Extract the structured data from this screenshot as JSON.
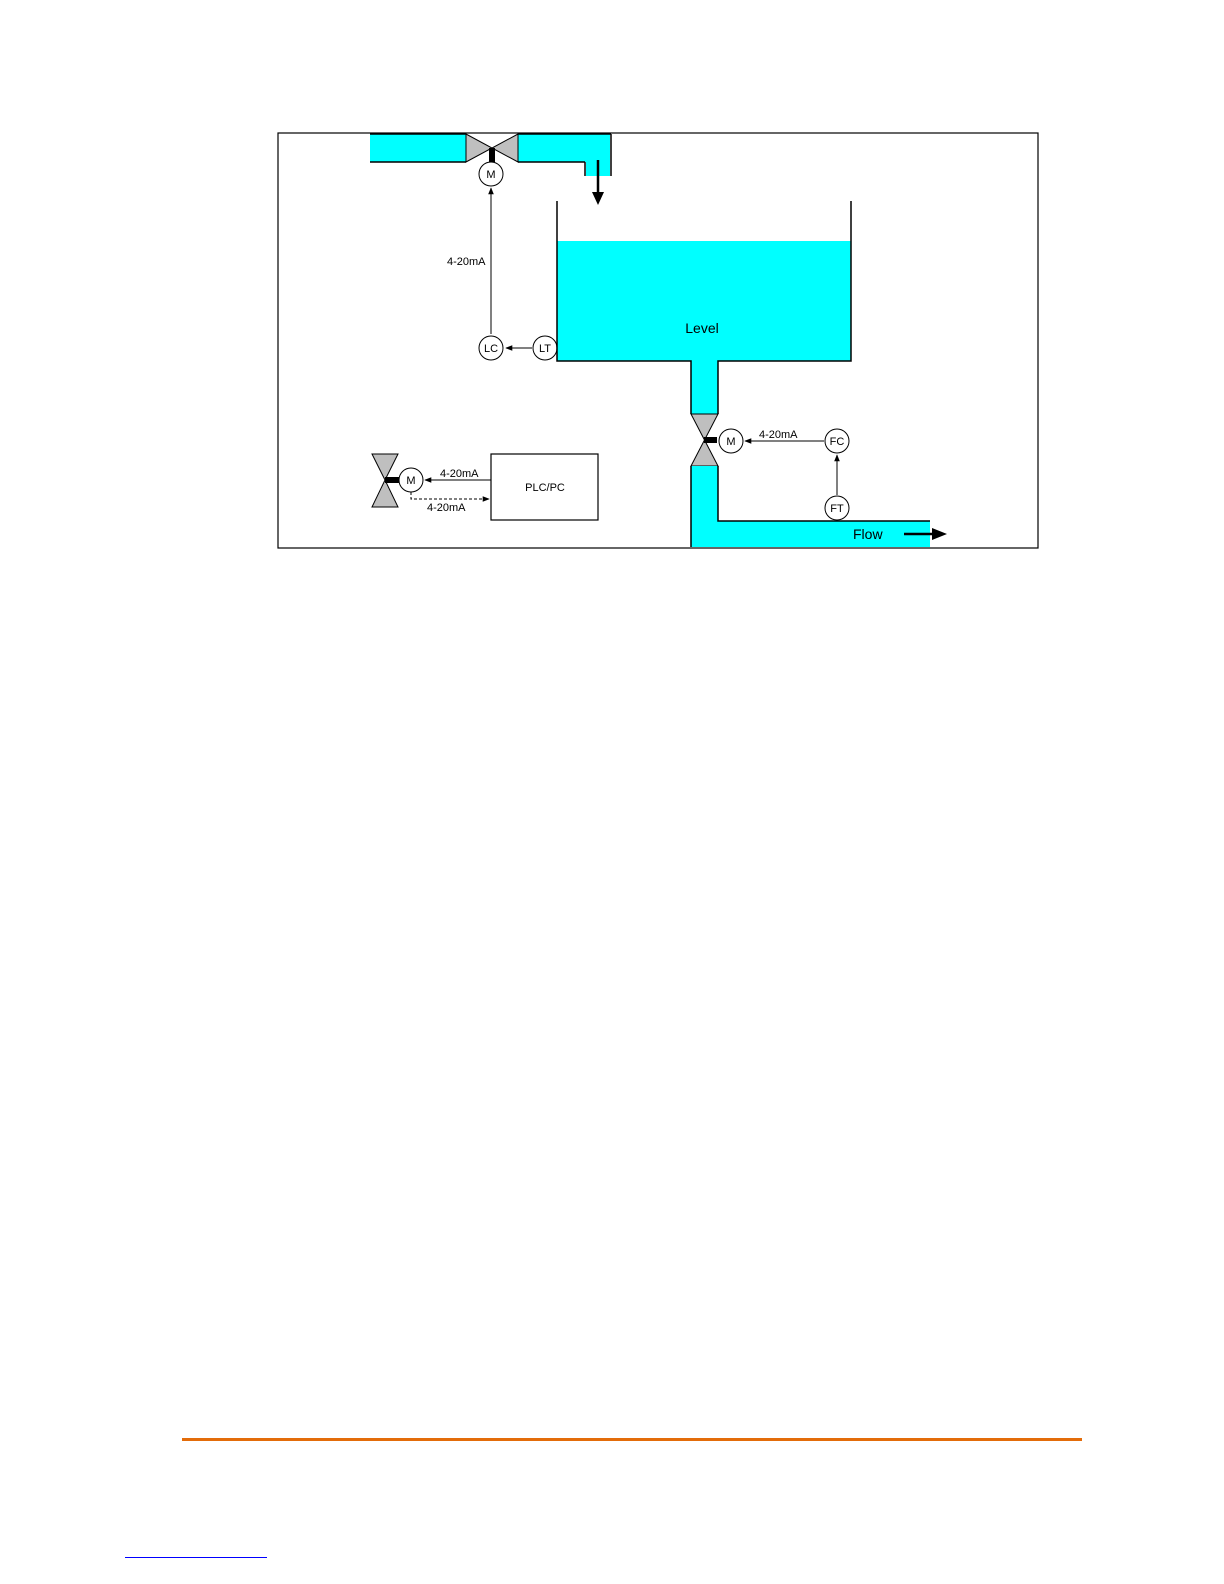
{
  "diagram": {
    "colors": {
      "fluid": "#00ffff",
      "valve_body": "#bfbfbf",
      "line": "#000000",
      "footer_rule": "#e36c0a",
      "footnote_rule": "#0000ff"
    },
    "labels": {
      "level": "Level",
      "flow": "Flow",
      "motor": "M",
      "level_controller": "LC",
      "level_transmitter": "LT",
      "flow_controller": "FC",
      "flow_transmitter": "FT",
      "plc": "PLC/PC",
      "signal_inlet": "4-20mA",
      "signal_outlet": "4-20mA",
      "signal_plc_out": "4-20mA",
      "signal_plc_in": "4-20mA"
    },
    "icons": {
      "inlet_valve": "butterfly-valve-icon",
      "outlet_valve": "butterfly-valve-icon",
      "legend_valve": "butterfly-valve-icon"
    }
  }
}
